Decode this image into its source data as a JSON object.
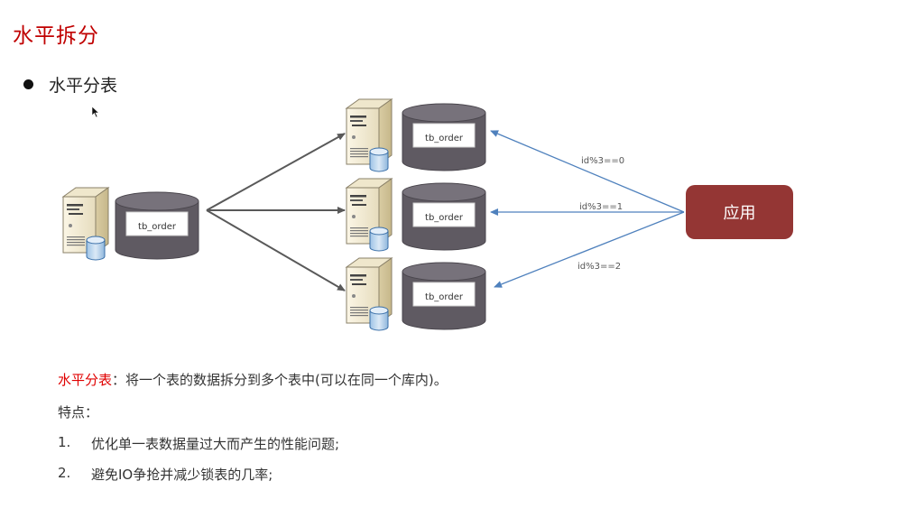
{
  "slide": {
    "title": "水平拆分",
    "bullet": "水平分表"
  },
  "diagram": {
    "source_table": "tb_order",
    "targets": [
      {
        "table": "tb_order",
        "condition": "id%3==0"
      },
      {
        "table": "tb_order",
        "condition": "id%3==1"
      },
      {
        "table": "tb_order",
        "condition": "id%3==2"
      }
    ],
    "app_label": "应用",
    "colors": {
      "app_box": "#943634",
      "route_arrow": "#4f81bd",
      "split_arrow": "#595959",
      "title": "#c00000"
    }
  },
  "description": {
    "term": "水平分表",
    "separator": "：",
    "definition": "将一个表的数据拆分到多个表中(可以在同一个库内)。",
    "features_heading": "特点：",
    "features": [
      {
        "num": "1.",
        "text": "优化单一表数据量过大而产生的性能问题;"
      },
      {
        "num": "2.",
        "text": "避免IO争抢并减少锁表的几率;"
      }
    ]
  }
}
